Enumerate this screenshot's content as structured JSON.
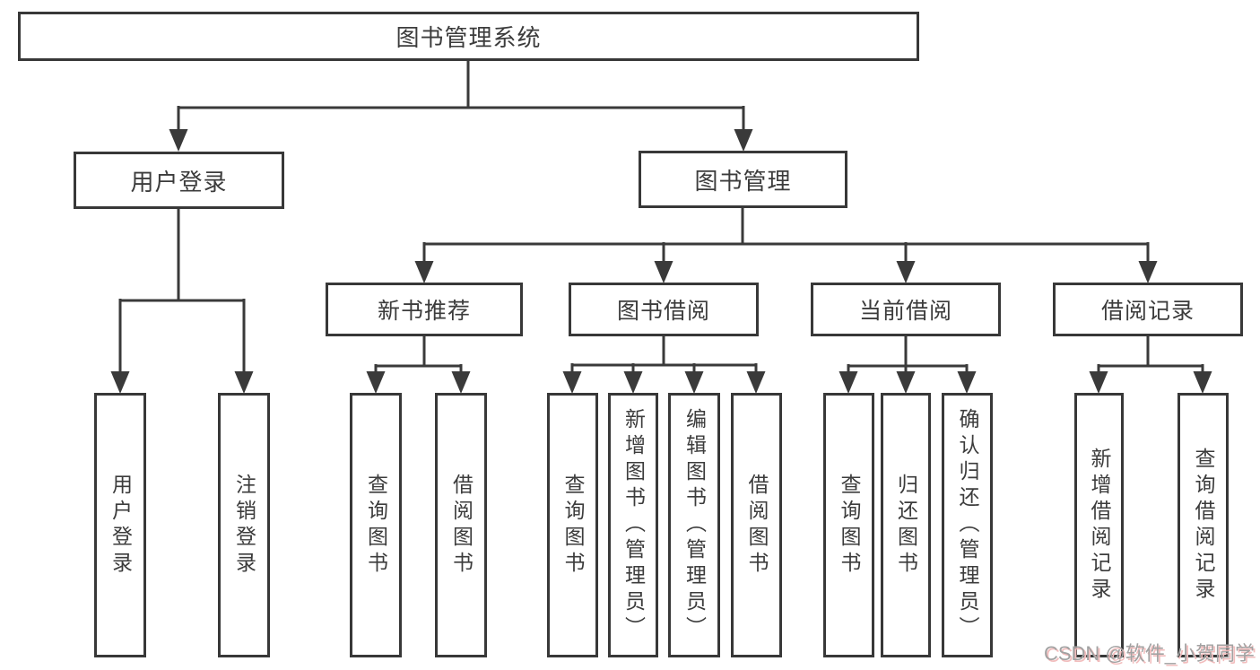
{
  "watermark": "CSDN @软件_小贺同学",
  "colors": {
    "line": "#3a3a3a",
    "box_border": "#383838",
    "text": "#3c3c3c",
    "watermark_text": "#a2a2a2",
    "watermark_shadow": "#f2bdbd"
  },
  "tree": {
    "label": "图书管理系统",
    "children": [
      {
        "label": "用户登录",
        "children": [
          {
            "label": "用户登录"
          },
          {
            "label": "注销登录"
          }
        ]
      },
      {
        "label": "图书管理",
        "children": [
          {
            "label": "新书推荐",
            "children": [
              {
                "label": "查询图书"
              },
              {
                "label": "借阅图书"
              }
            ]
          },
          {
            "label": "图书借阅",
            "children": [
              {
                "label": "查询图书"
              },
              {
                "label": "新增图书（管理员）"
              },
              {
                "label": "编辑图书（管理员）"
              },
              {
                "label": "借阅图书"
              }
            ]
          },
          {
            "label": "当前借阅",
            "children": [
              {
                "label": "查询图书"
              },
              {
                "label": "归还图书"
              },
              {
                "label": "确认归还（管理员）"
              }
            ]
          },
          {
            "label": "借阅记录",
            "children": [
              {
                "label": "新增借阅记录"
              },
              {
                "label": "查询借阅记录"
              }
            ]
          }
        ]
      }
    ]
  }
}
